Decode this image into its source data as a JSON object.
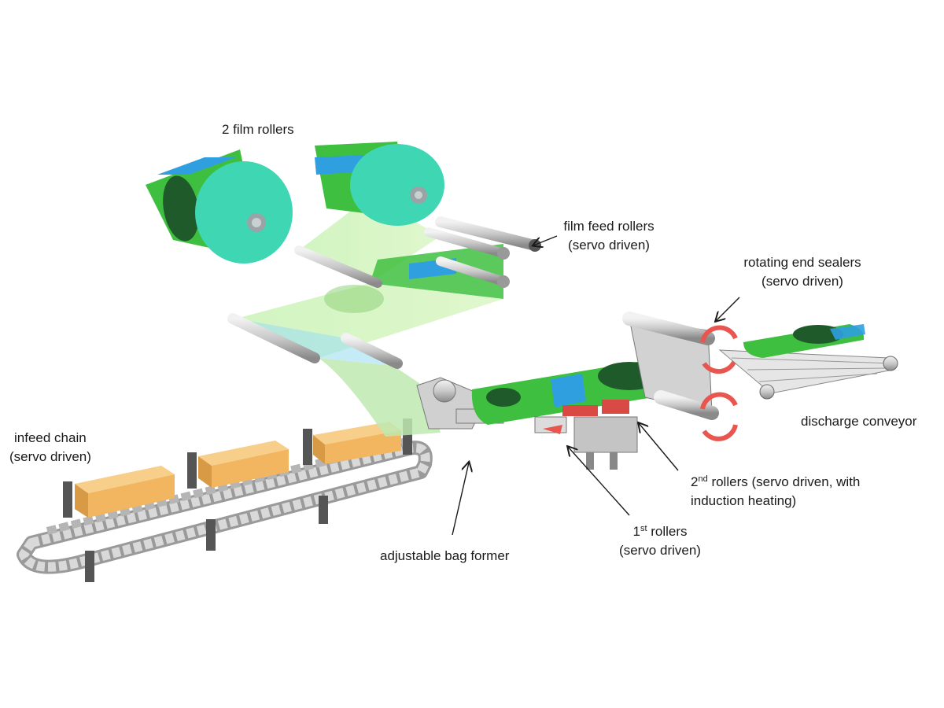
{
  "labels": {
    "film_rollers": "2 film rollers",
    "film_feed_rollers": {
      "line1": "film feed rollers",
      "line2": "(servo driven)"
    },
    "rotating_end_sealers": {
      "line1": "rotating end sealers",
      "line2": "(servo driven)"
    },
    "discharge_conveyor": "discharge conveyor",
    "infeed_chain": {
      "line1": "infeed chain",
      "line2": "(servo driven)"
    },
    "adjustable_bag_former": "adjustable bag former",
    "second_rollers": {
      "num": "2",
      "sup": "nd",
      "line1_rest": " rollers (servo driven, with",
      "line2": "induction heating)"
    },
    "first_rollers": {
      "num": "1",
      "sup": "st",
      "line1_rest": " rollers",
      "line2": "(servo driven)"
    }
  },
  "colors": {
    "film_green": "#3fbf3f",
    "film_blue": "#2f9fe0",
    "roll_end": "#3fd6b4",
    "logo_dark": "#1f5a2a",
    "product_orange": "#f2b560",
    "metal": "#c9c9c9",
    "metal_dark": "#6e6e6e",
    "sealer_red": "#e8564f"
  },
  "icons": [
    "arrow-pointer",
    "rotation-arrows"
  ]
}
